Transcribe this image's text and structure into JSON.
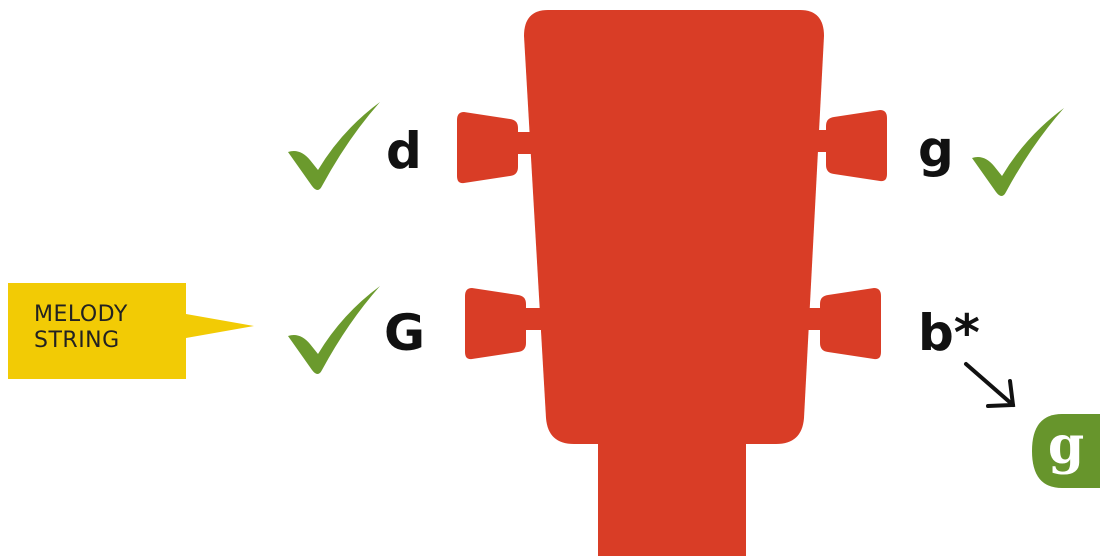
{
  "strings": {
    "top_left": "d",
    "bottom_left": "G",
    "top_right": "g",
    "bottom_right": "b*"
  },
  "callout": {
    "line1": "MELODY",
    "line2": "STRING"
  },
  "replacement": {
    "arrow": "↘",
    "letter": "g"
  },
  "colors": {
    "headstock": "#d93d26",
    "check": "#6b9a2d",
    "callout": "#f2cb05",
    "badge": "#67952c"
  },
  "icons": [
    "check-icon",
    "arrow-down-right-icon"
  ]
}
